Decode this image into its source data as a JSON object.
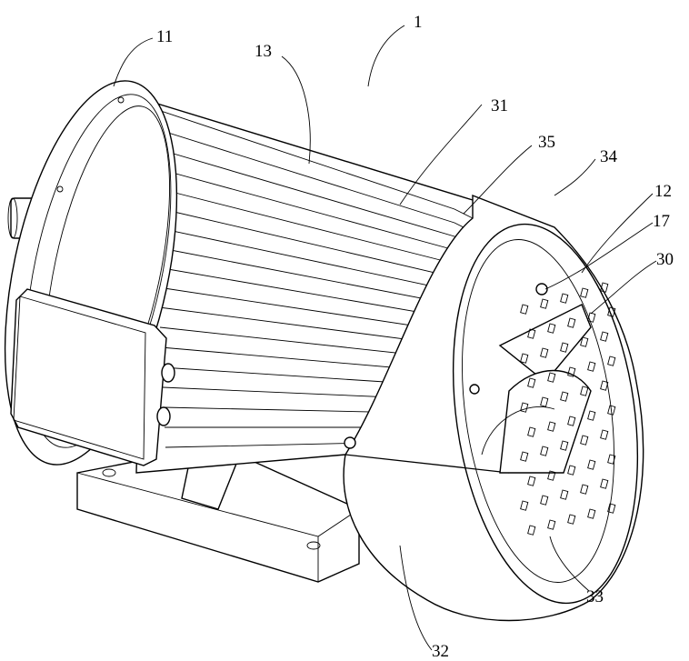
{
  "figure": {
    "labels": {
      "motor": "1",
      "front_flange": "11",
      "rear_end_cover": "12",
      "housing": "13",
      "bolt": "17",
      "fan": "30",
      "heat_sink_fins": "31",
      "fan_cover": "32",
      "grille": "33",
      "cover_rim": "34",
      "fin_bracket": "35"
    }
  }
}
